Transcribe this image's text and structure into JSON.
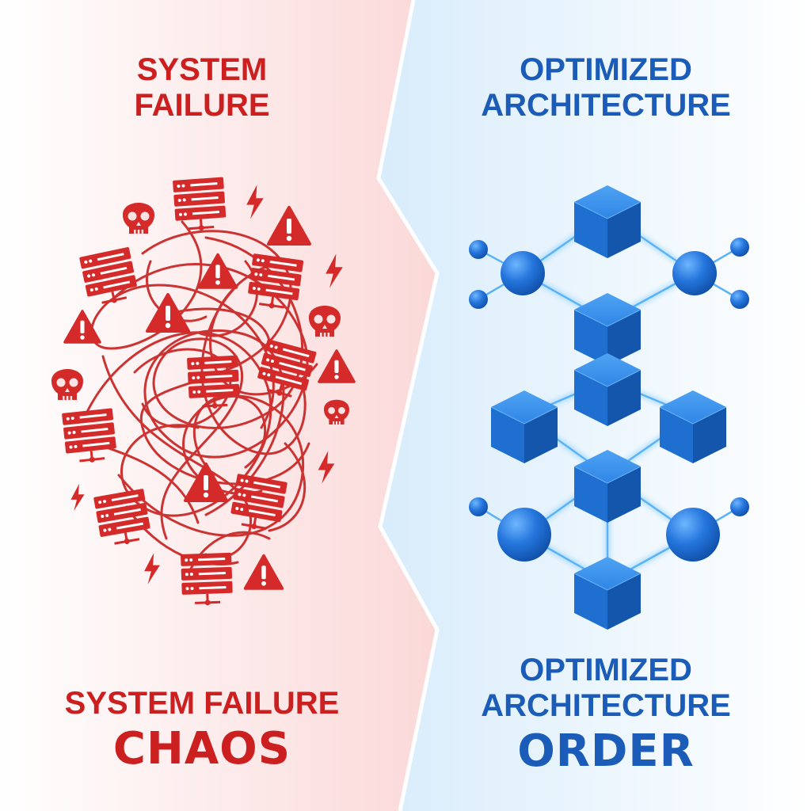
{
  "left_panel": {
    "title_line1": "SYSTEM",
    "title_line2": "FAILURE",
    "caption": "SYSTEM FAILURE",
    "keyword": "CHAOS",
    "color": "#d42a2a",
    "icons": [
      "server-icon",
      "warning-icon",
      "skull-icon",
      "lightning-icon"
    ]
  },
  "right_panel": {
    "title_line1": "OPTIMIZED",
    "title_line2": "ARCHITECTURE",
    "caption_line1": "OPTIMIZED",
    "caption_line2": "ARCHITECTURE",
    "keyword": "ORDER",
    "color": "#1a5cb8",
    "icons": [
      "cube-icon",
      "sphere-node-icon"
    ]
  }
}
